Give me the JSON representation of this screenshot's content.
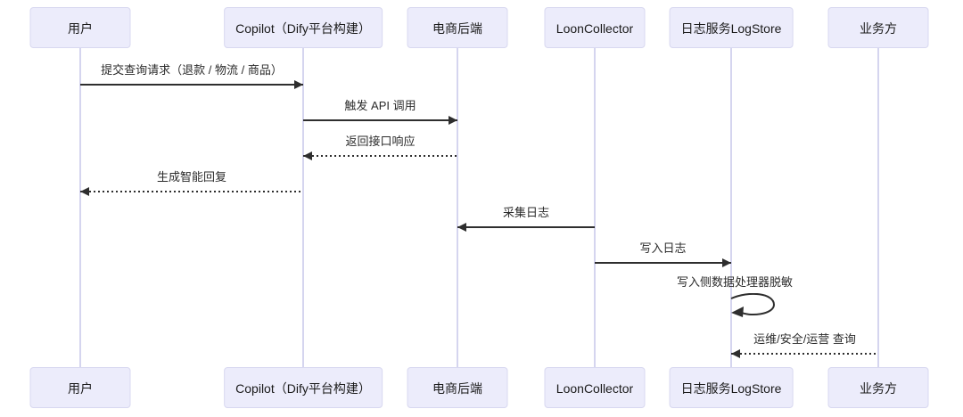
{
  "diagram": {
    "type": "sequence",
    "actors": [
      {
        "id": "user",
        "label": "用户"
      },
      {
        "id": "copilot-dify",
        "label": "Copilot（Dify平台构建）"
      },
      {
        "id": "ecommerce-backend",
        "label": "电商后端"
      },
      {
        "id": "loon-collector",
        "label": "LoonCollector"
      },
      {
        "id": "logstore",
        "label": "日志服务LogStore"
      },
      {
        "id": "business",
        "label": "业务方"
      }
    ],
    "messages": [
      {
        "from": "user",
        "to": "copilot-dify",
        "label": "提交查询请求（退款 / 物流 / 商品）",
        "line": "solid"
      },
      {
        "from": "copilot-dify",
        "to": "ecommerce-backend",
        "label": "触发 API 调用",
        "line": "solid"
      },
      {
        "from": "ecommerce-backend",
        "to": "copilot-dify",
        "label": "返回接口响应",
        "line": "dashed"
      },
      {
        "from": "copilot-dify",
        "to": "user",
        "label": "生成智能回复",
        "line": "dashed"
      },
      {
        "from": "loon-collector",
        "to": "ecommerce-backend",
        "label": "采集日志",
        "line": "solid"
      },
      {
        "from": "loon-collector",
        "to": "logstore",
        "label": "写入日志",
        "line": "solid"
      },
      {
        "from": "logstore",
        "to": "logstore",
        "label": "写入侧数据处理器脱敏",
        "line": "self"
      },
      {
        "from": "business",
        "to": "logstore",
        "label": "运维/安全/运营 查询",
        "line": "dashed"
      }
    ],
    "colors": {
      "actor_fill": "#ECECFB",
      "actor_border": "#D8D8F0",
      "lifeline": "#D5D5EF",
      "arrow": "#2E2E2E",
      "label_text": "#2B2B2B",
      "background": "#FFFFFF"
    }
  }
}
